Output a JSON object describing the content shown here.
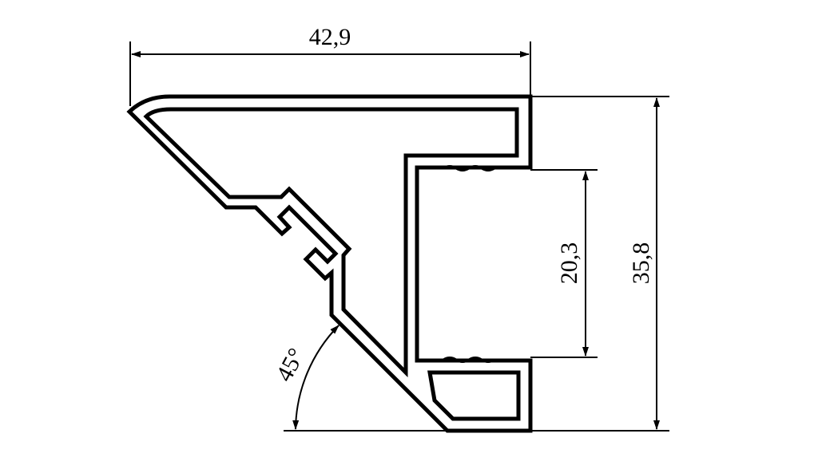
{
  "title": "Aluminium corner profile cross-section",
  "dimensions": {
    "width": "42,9",
    "total_height": "35,8",
    "channel_height": "20,3",
    "angle": "45°"
  },
  "colors": {
    "line": "#000000",
    "background": "#ffffff"
  }
}
